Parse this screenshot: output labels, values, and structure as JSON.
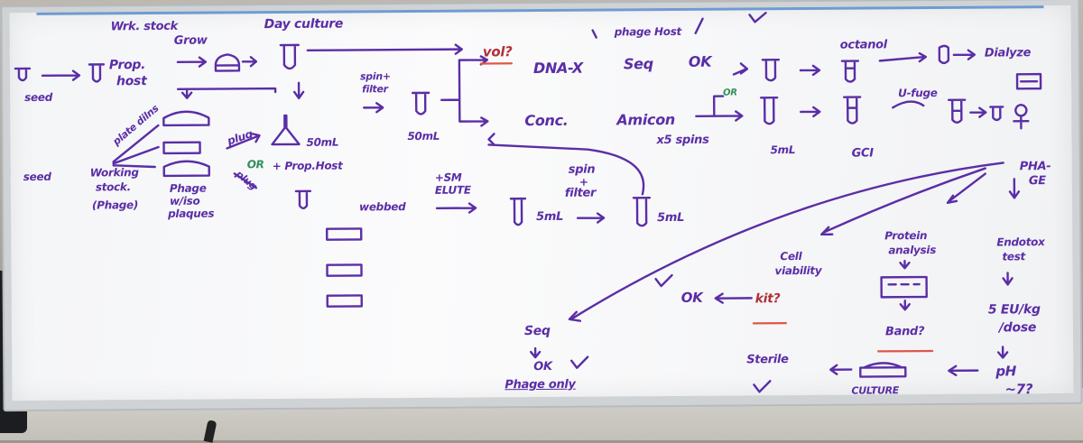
{
  "colors": {
    "ink": "#5a2ea6",
    "accent": "#e0564a",
    "green": "#2f8f5a",
    "board": "#f7f8f9"
  },
  "labels": {
    "wrk_stock": "Wrk. stock",
    "grow": "Grow",
    "day_culture": "Day culture",
    "prop": "Prop.",
    "host": "host",
    "seed1": "seed",
    "seed2": "seed",
    "plate_dilns": "plate dilns",
    "working_stock": "Working",
    "stock": "stock.",
    "phage_paren": "(Phage)",
    "phage": "Phage",
    "w_iso": "w/iso",
    "plaques": "plaques",
    "plug1": "plug",
    "or1": "OR",
    "plug2": "plug",
    "ml50_1": "50mL",
    "prop_host": "+ Prop.Host",
    "spin_filter1": "spin+",
    "filter1": "filter",
    "ml50_2": "50mL",
    "webbed": "webbed",
    "sm_elute": "+SM",
    "elute": "ELUTE",
    "ml5_1": "5mL",
    "spin2": "spin",
    "plus2": "+",
    "filter2": "filter",
    "ml5_2": "5mL",
    "vol": "vol?",
    "phage_host": "phage  Host",
    "dna_x": "DNA-X",
    "seq_ok": "Seq",
    "ok1": "OK",
    "conc": "Conc.",
    "amicon": "Amicon",
    "x5_spins": "x5 spins",
    "or2": "OR",
    "ml5_3": "5mL",
    "gci": "GCI",
    "octanol": "octanol",
    "dialyze": "Dialyze",
    "u_fuge": "U-fuge",
    "pha_ge": "PHA-",
    "ge": "GE",
    "protein": "Protein",
    "analysis": "analysis",
    "endotox": "Endotox",
    "test": "test",
    "cell": "Cell",
    "viability": "viability",
    "ok_kit": "OK",
    "kit": "kit?",
    "band": "Band?",
    "eu_dose": "5 EU/kg",
    "dose": "/dose",
    "ph": "pH",
    "ph_val": "~7?",
    "sterile": "Sterile",
    "culture": "CULTURE",
    "seq2": "Seq",
    "ok2": "OK",
    "phage_only": "Phage only"
  }
}
